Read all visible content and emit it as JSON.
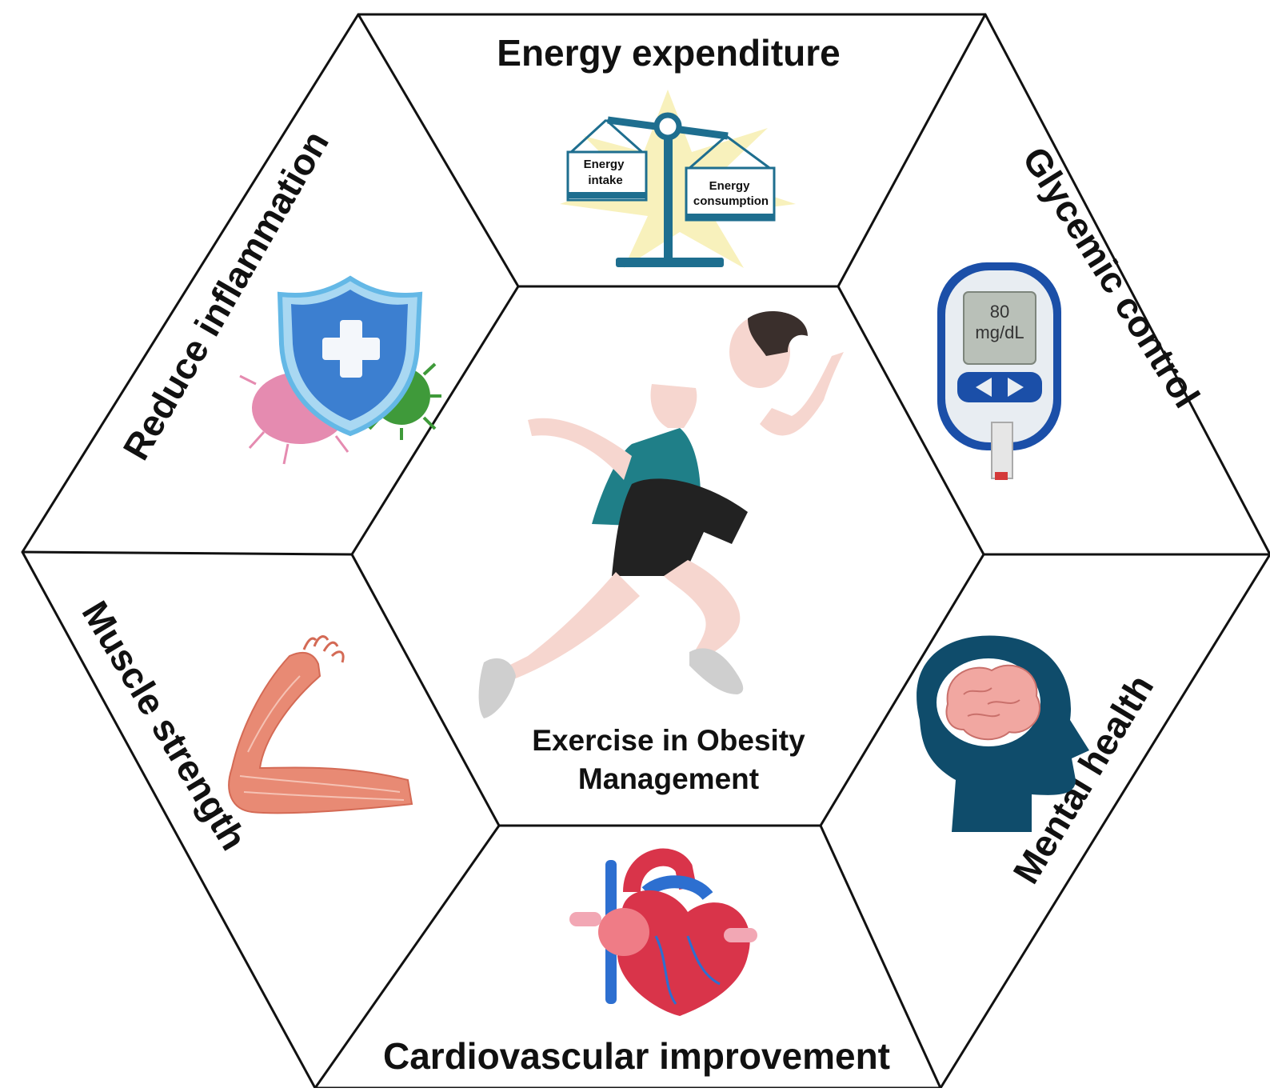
{
  "diagram": {
    "center_label": [
      "Exercise in Obesity",
      "Management"
    ],
    "segments": [
      {
        "id": "energy",
        "title": "Energy expenditure",
        "icon": "balance-scale-icon"
      },
      {
        "id": "glycemic",
        "title": "Glycemic control",
        "icon": "glucose-meter-icon"
      },
      {
        "id": "mental",
        "title": "Mental health",
        "icon": "brain-head-icon"
      },
      {
        "id": "cardio",
        "title": "Cardiovascular improvement",
        "icon": "heart-icon"
      },
      {
        "id": "muscle",
        "title": "Muscle strength",
        "icon": "arm-muscle-icon"
      },
      {
        "id": "inflammation",
        "title": "Reduce inflammation",
        "icon": "shield-virus-icon"
      }
    ],
    "scale_labels": {
      "left": [
        "Energy",
        "intake"
      ],
      "right": [
        "Energy",
        "consumption"
      ]
    },
    "meter_reading": [
      "80",
      "mg/dL"
    ],
    "colors": {
      "outline": "#111111",
      "teal": "#1f7f88",
      "scale_blue": "#1e6e8f",
      "star_yellow": "#f7efb0",
      "shorts": "#222222",
      "skin": "#f6d6cf",
      "shield_blue": "#3c7fd0",
      "brain_pink": "#f1a7a1",
      "head_navy": "#0f4c6b",
      "heart_red": "#d9344a",
      "vessel_blue": "#2d6fd0",
      "muscle": "#e88a74",
      "meter_blue": "#1b4fa8",
      "virus_green": "#3f9a3a",
      "virus_pink": "#e58bb0"
    }
  }
}
